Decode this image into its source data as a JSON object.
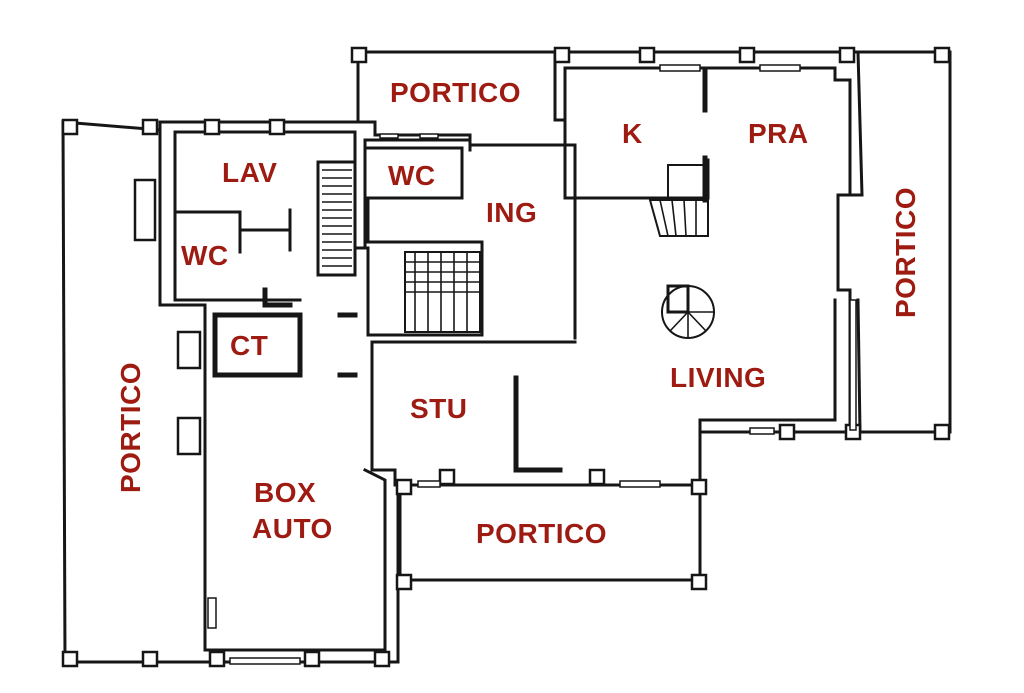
{
  "floor_plan": {
    "label_color": "#9e1b12",
    "wall_color": "#161616",
    "background_color": "#ffffff",
    "rooms": [
      {
        "id": "portico-top",
        "label": "PORTICO"
      },
      {
        "id": "k",
        "label": "K"
      },
      {
        "id": "pra",
        "label": "PRA"
      },
      {
        "id": "portico-right",
        "label": "PORTICO"
      },
      {
        "id": "lav",
        "label": "LAV"
      },
      {
        "id": "wc-upper",
        "label": "WC"
      },
      {
        "id": "ing",
        "label": "ING"
      },
      {
        "id": "wc-left",
        "label": "WC"
      },
      {
        "id": "ct",
        "label": "CT"
      },
      {
        "id": "living",
        "label": "LIVING"
      },
      {
        "id": "stu",
        "label": "STU"
      },
      {
        "id": "portico-left",
        "label": "PORTICO"
      },
      {
        "id": "box-auto-1",
        "label": "BOX"
      },
      {
        "id": "box-auto-2",
        "label": "AUTO"
      },
      {
        "id": "portico-bottom",
        "label": "PORTICO"
      }
    ]
  }
}
